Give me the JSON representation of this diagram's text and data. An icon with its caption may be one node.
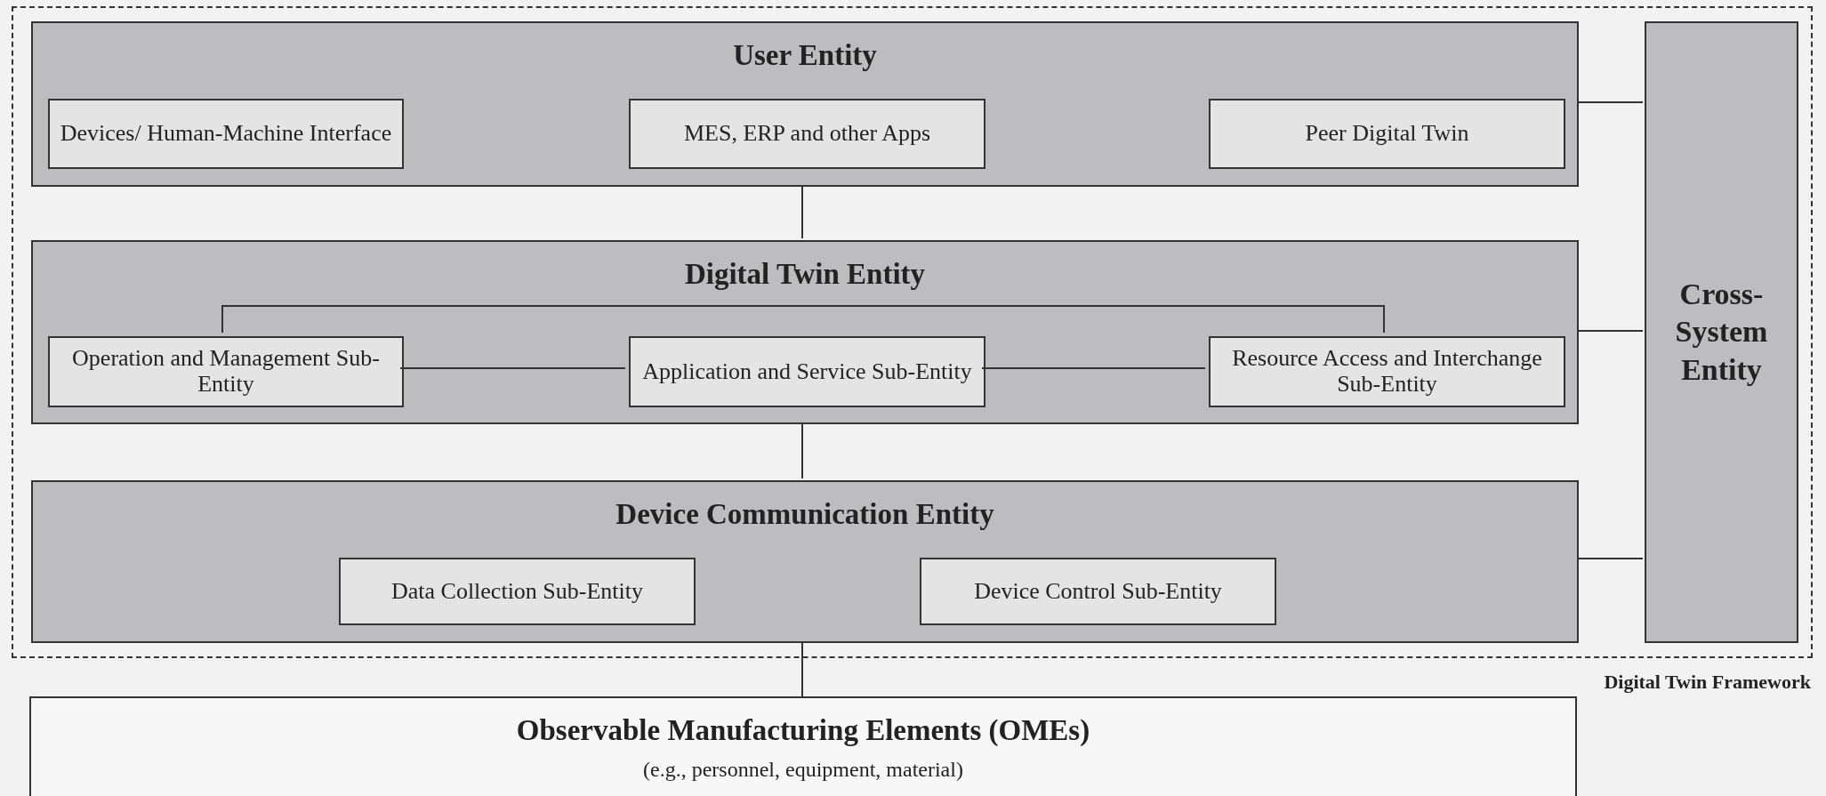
{
  "diagram": {
    "nodes": [
      {
        "text": [
          "Digital Twin Framework"
        ]
      },
      {
        "text": [
          "User Entity"
        ],
        "in": 0
      },
      {
        "text": [
          "Devices/ Human-Machine Interface"
        ],
        "in": 1
      },
      {
        "text": [
          "MES, ERP and other Apps"
        ],
        "in": 1
      },
      {
        "text": [
          "Peer Digital Twin"
        ],
        "in": 1
      },
      {
        "text": [
          "Digital Twin Entity"
        ],
        "in": 0
      },
      {
        "text": [
          "Operation and Management Sub-Entity"
        ],
        "in": 5
      },
      {
        "text": [
          "Application and Service Sub-Entity"
        ],
        "in": 5
      },
      {
        "text": [
          "Resource Access and Interchange Sub-Entity"
        ],
        "in": 5
      },
      {
        "text": [
          "Device Communication Entity"
        ],
        "in": 0
      },
      {
        "text": [
          "Data Collection Sub-Entity"
        ],
        "in": 9
      },
      {
        "text": [
          "Device Control Sub-Entity"
        ],
        "in": 9
      },
      {
        "text": [
          "Cross-System Entity"
        ],
        "in": 0
      },
      {
        "text": [
          "Observable Manufacturing Elements (OMEs)",
          "(e.g., personnel, equipment, material)"
        ]
      }
    ],
    "edges": [
      {
        "from": 1,
        "to": 5,
        "arrow": "none"
      },
      {
        "from": 5,
        "to": 9,
        "arrow": "none"
      },
      {
        "from": 9,
        "to": 13,
        "arrow": "none"
      },
      {
        "from": 1,
        "to": 12,
        "arrow": "none"
      },
      {
        "from": 5,
        "to": 12,
        "arrow": "none"
      },
      {
        "from": 9,
        "to": 12,
        "arrow": "none"
      },
      {
        "from": 6,
        "to": 7,
        "arrow": "none"
      },
      {
        "from": 7,
        "to": 8,
        "arrow": "none"
      },
      {
        "from": 6,
        "to": 8,
        "arrow": "none"
      }
    ]
  }
}
